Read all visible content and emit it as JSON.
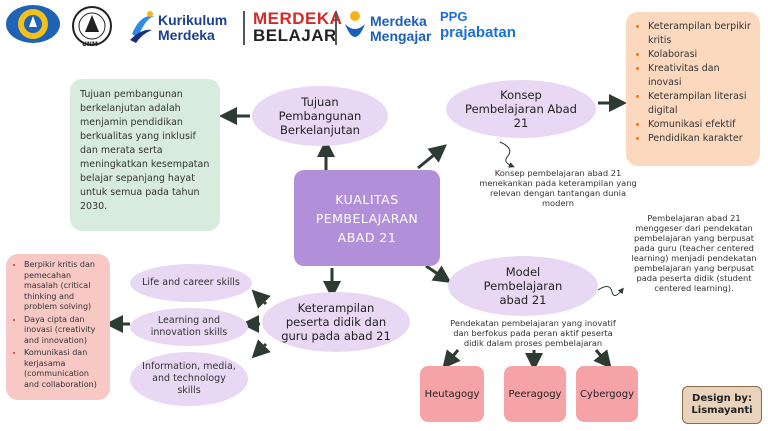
{
  "header": {
    "kurikulum_line1": "Kurikulum",
    "kurikulum_line2": "Merdeka",
    "merdeka_line1": "MERDEKA",
    "merdeka_line2": "BELAJAR",
    "mengajar_line1": "Merdeka",
    "mengajar_line2": "Mengajar",
    "ppg_line1": "PPG",
    "ppg_line2": "prajabatan",
    "unm_text": "UNM"
  },
  "center": {
    "line1": "KUALITAS",
    "line2": "PEMBELAJARAN",
    "line3": "ABAD 21"
  },
  "tujuan": {
    "title_line1": "Tujuan",
    "title_line2": "Pembangunan",
    "title_line3": "Berkelanjutan",
    "description": "Tujuan pembangunan berkelanjutan adalah menjamin pendidikan berkualitas yang inklusif dan merata serta meningkatkan kesempatan belajar sepanjang hayat untuk semua pada tahun 2030."
  },
  "konsep": {
    "title_line1": "Konsep",
    "title_line2": "Pembelajaran Abad",
    "title_line3": "21",
    "note": "Konsep pembelajaran abad 21 menekankan pada keterampilan yang relevan dengan tantangan dunia modern",
    "skills": [
      "Keterampilan berpikir kritis",
      "Kolaborasi",
      "Kreativitas dan inovasi",
      "Keterampilan literasi digital",
      "Komunikasi efektif",
      "Pendidikan karakter"
    ]
  },
  "model": {
    "title_line1": "Model",
    "title_line2": "Pembelajaran",
    "title_line3": "abad 21",
    "note_right": "Pembelajaran abad 21 menggeser dari pendekatan pembelajaran yang berpusat pada guru (teacher centered learning) menjadi pendekatan pembelajaran yang berpusat pada peserta didik (student centered learning).",
    "note_bottom": "Pendekatan pembelajaran yang inovatif dan berfokus pada peran aktif peserta didik dalam proses pembelajaran",
    "cards": [
      "Heutagogy",
      "Peeragogy",
      "Cybergogy"
    ]
  },
  "keterampilan": {
    "title_line1": "Keterampilan",
    "title_line2": "peserta didik dan",
    "title_line3": "guru pada abad 21",
    "sub1": "Life and career skills",
    "sub2_line1": "Learning and",
    "sub2_line2": "innovation skills",
    "sub3_line1": "Information, media,",
    "sub3_line2": "and technology",
    "sub3_line3": "skills",
    "list": [
      "Berpikir kritis dan pemecahan masalah (critical thinking and problem solving)",
      "Daya cipta dan inovasi (creativity and innovation)",
      "Komunikasi dan kerjasama (communication and collaboration)"
    ]
  },
  "credit": {
    "line1": "Design by:",
    "line2": "Lismayanti"
  }
}
